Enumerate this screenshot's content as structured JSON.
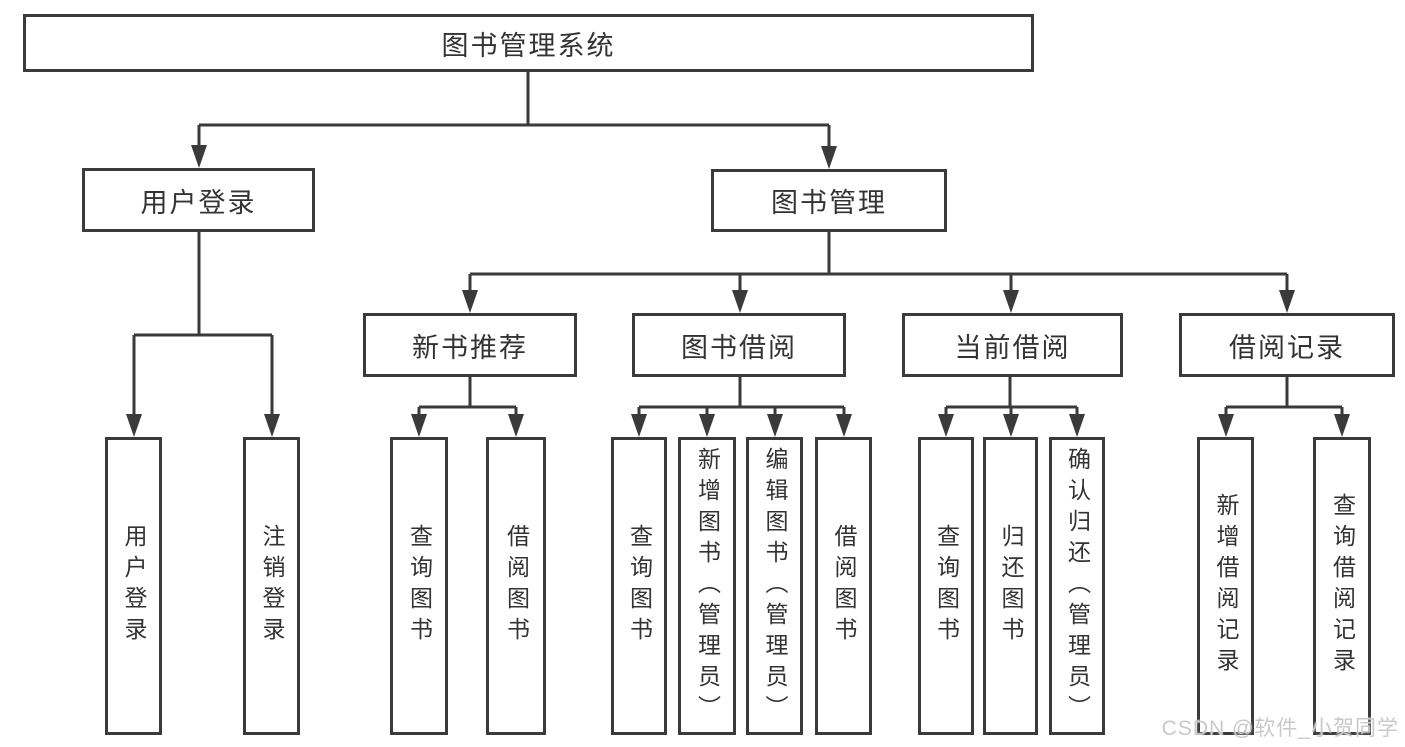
{
  "diagram_type": "functional-structure-tree",
  "tree": {
    "label": "图书管理系统",
    "children": [
      {
        "label": "用户登录",
        "children": [
          {
            "label": "用户登录"
          },
          {
            "label": "注销登录"
          }
        ]
      },
      {
        "label": "图书管理",
        "children": [
          {
            "label": "新书推荐",
            "children": [
              {
                "label": "查询图书"
              },
              {
                "label": "借阅图书"
              }
            ]
          },
          {
            "label": "图书借阅",
            "children": [
              {
                "label": "查询图书"
              },
              {
                "label": "新增图书（管理员）"
              },
              {
                "label": "编辑图书（管理员）"
              },
              {
                "label": "借阅图书"
              }
            ]
          },
          {
            "label": "当前借阅",
            "children": [
              {
                "label": "查询图书"
              },
              {
                "label": "归还图书"
              },
              {
                "label": "确认归还（管理员）"
              }
            ]
          },
          {
            "label": "借阅记录",
            "children": [
              {
                "label": "新增借阅记录"
              },
              {
                "label": "查询借阅记录"
              }
            ]
          }
        ]
      }
    ]
  },
  "watermark": {
    "text": "CSDN @软件_小贺同学"
  },
  "colors": {
    "line": "#3a3a3a",
    "box_border": "#3a3a3a",
    "text": "#333333",
    "background": "#ffffff",
    "watermark": "#c9c9c9"
  }
}
